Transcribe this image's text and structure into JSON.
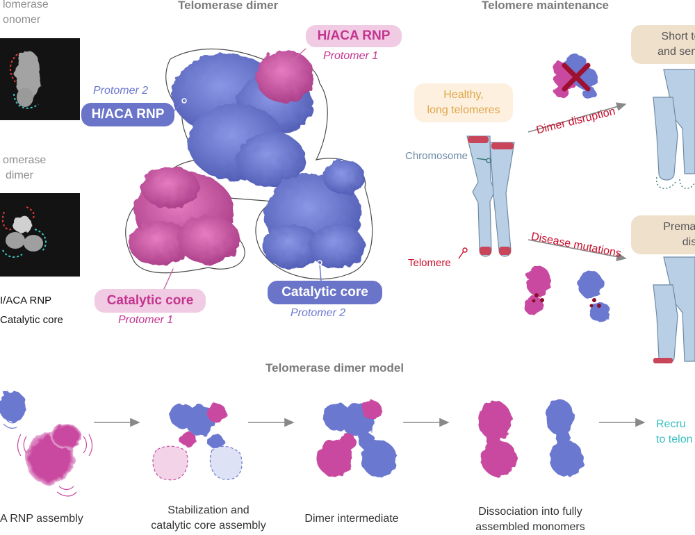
{
  "colors": {
    "blue": "#6b78d0",
    "pink": "#d45aa8",
    "blue_label_bg": "#6a74c8",
    "pink_label_bg": "#f1cbe3",
    "red": "#c8102e",
    "chromosome": "#b9cfe6",
    "teal": "#3bbfc0"
  },
  "left_panel": {
    "monomer_label": [
      "lomerase",
      "onomer"
    ],
    "dimer_label": [
      "omerase",
      "dimer"
    ],
    "legend_hrnp": "I/ACA RNP",
    "legend_core": "Catalytic core"
  },
  "dimer_panel": {
    "title": "Telomerase dimer",
    "hrnp_label_pink": "H/ACA RNP",
    "protomer1_top": "Protomer 1",
    "protomer2_top": "Protomer 2",
    "hrnp_label_blue": "H/ACA RNP",
    "core_label_pink": "Catalytic core",
    "protomer1_bottom": "Protomer 1",
    "core_label_blue": "Catalytic core",
    "protomer2_bottom": "Protomer 2"
  },
  "maintenance_panel": {
    "title": "Telomere maintenance",
    "healthy": [
      "Healthy,",
      "long telomeres"
    ],
    "chromosome": "Chromosome",
    "telomere": "Telomere",
    "dimer_disruption": "Dimer disruption",
    "disease_mutations": "Disease mutations",
    "short_box": [
      "Short telo",
      "and senes"
    ],
    "premature_box": [
      "Prematur",
      "disea"
    ]
  },
  "model_panel": {
    "title": "Telomerase dimer model",
    "steps": [
      {
        "label": [
          "A RNP assembly"
        ]
      },
      {
        "label": [
          "Stabilization and",
          "catalytic core assembly"
        ]
      },
      {
        "label": [
          "Dimer intermediate"
        ]
      },
      {
        "label": [
          "Dissociation into fully",
          "assembled monomers"
        ]
      },
      {
        "label": [
          "Recru",
          "to telon"
        ]
      }
    ]
  }
}
